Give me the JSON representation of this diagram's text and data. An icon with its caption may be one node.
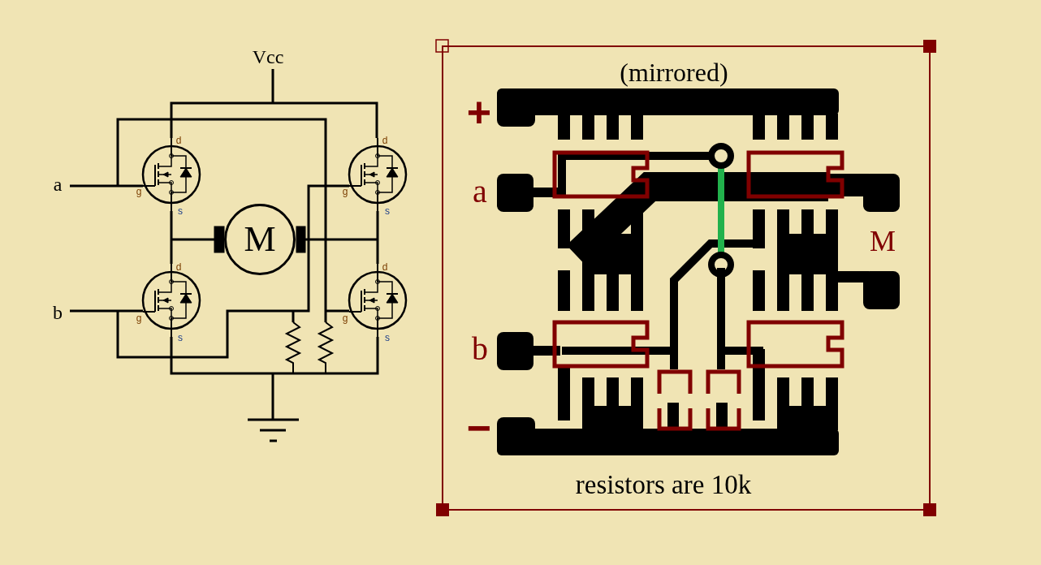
{
  "diagram": {
    "nodes": [
      {
        "text": [
          "M"
        ]
      }
    ],
    "labels": [
      "Vcc",
      "d",
      "d",
      "a",
      "g",
      "g",
      "s",
      "s",
      "d",
      "d",
      "b",
      "g",
      "g",
      "s",
      "s",
      "(mirrored)",
      "+",
      "a",
      "M",
      "b",
      "−",
      "resistors are 10k"
    ]
  }
}
